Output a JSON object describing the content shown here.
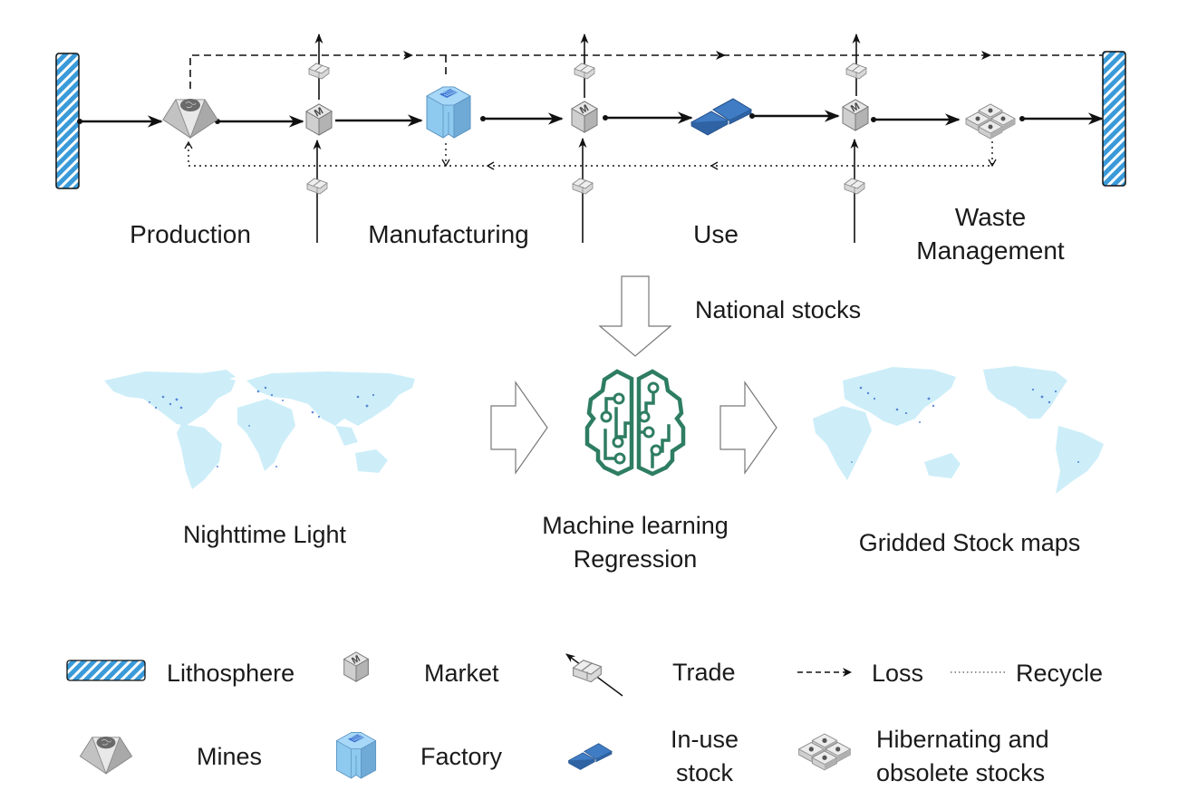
{
  "stages": {
    "production": "Production",
    "manufacturing": "Manufacturing",
    "use": "Use",
    "waste_line1": "Waste",
    "waste_line2": "Management"
  },
  "pipeline": {
    "national_stocks": "National stocks",
    "nighttime_light": "Nighttime Light",
    "ml_line1": "Machine learning",
    "ml_line2": "Regression",
    "gridded": "Gridded Stock maps"
  },
  "legend": {
    "lithosphere": "Lithosphere",
    "market": "Market",
    "trade": "Trade",
    "loss": "Loss",
    "recycle": "Recycle",
    "mines": "Mines",
    "factory": "Factory",
    "inuse_line1": "In-use",
    "inuse_line2": "stock",
    "hib_line1": "Hibernating and",
    "hib_line2": "obsolete stocks"
  },
  "icons": {
    "market_letter": "M"
  },
  "colors": {
    "lithosphere_blue": "#3a9ad9",
    "factory_blue": "#8ec9ef",
    "inuse_blue": "#3f7cc4",
    "brain_green": "#2e7d62",
    "map_land": "#cdeef9",
    "map_dots": "#2e63c9",
    "gray_icon": "#d4d4d4"
  }
}
